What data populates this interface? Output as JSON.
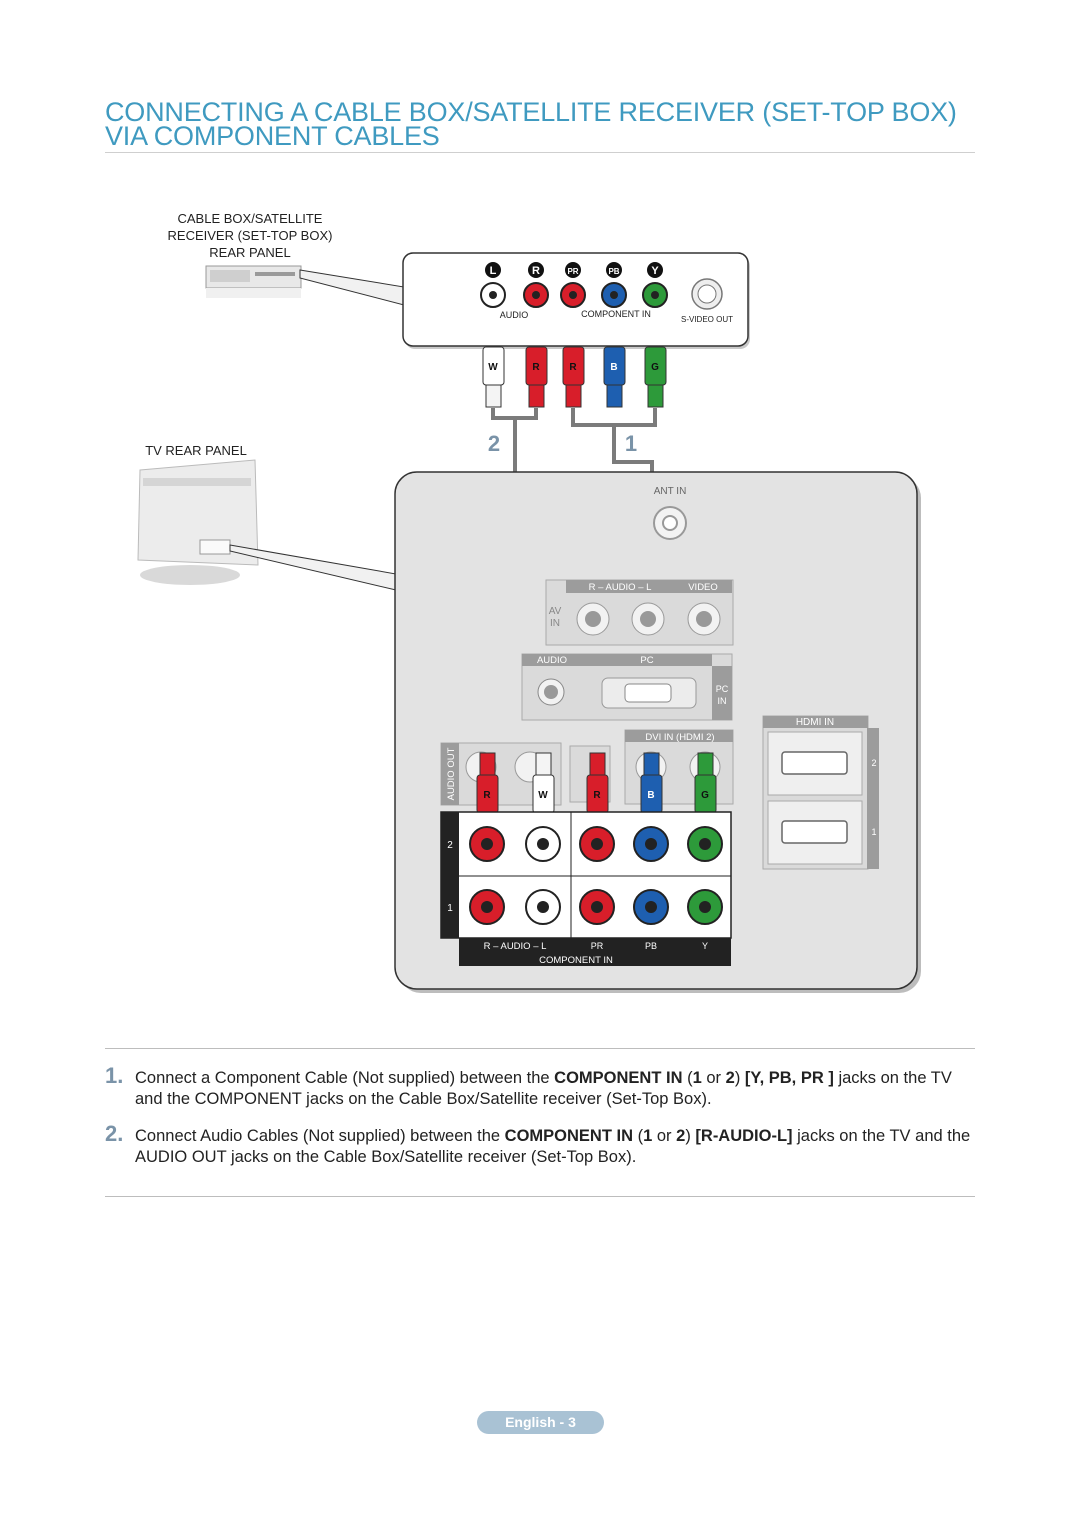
{
  "title": {
    "line1": "CONNECTING A CABLE BOX/SATELLITE RECEIVER (SET-TOP BOX)",
    "line2": "VIA COMPONENT CABLES"
  },
  "diagram": {
    "stb_label": [
      "CABLE BOX/SATELLITE",
      "RECEIVER (SET-TOP BOX)",
      "REAR PANEL"
    ],
    "tv_label": "TV REAR PANEL",
    "stb_jacks": [
      "L",
      "R",
      "PR",
      "PB",
      "Y"
    ],
    "stb_audio": "AUDIO",
    "stb_component": "COMPONENT IN",
    "stb_svideo": "S-VIDEO OUT",
    "plug_letters": [
      "W",
      "R",
      "R",
      "B",
      "G"
    ],
    "tv_plug_letters": [
      "R",
      "W",
      "R",
      "B",
      "G"
    ],
    "cable_numbers": [
      "2",
      "1"
    ],
    "tv_ant_in": "ANT IN",
    "tv_av_header": "R – AUDIO – L",
    "tv_video": "VIDEO",
    "tv_av_in": [
      "AV",
      "IN"
    ],
    "tv_audio": "AUDIO",
    "tv_pc": "PC",
    "tv_pc_in": [
      "PC",
      "IN"
    ],
    "tv_hdmi_in": "HDMI IN",
    "tv_hdmi_nums": [
      "2",
      "1"
    ],
    "tv_dvi": "DVI IN (HDMI 2)",
    "tv_audio_out": "AUDIO OUT",
    "tv_rows": [
      "2",
      "1"
    ],
    "tv_audio_footer": "R – AUDIO – L",
    "tv_jack_footer": [
      "PR",
      "PB",
      "Y"
    ],
    "tv_component_in": "COMPONENT IN"
  },
  "steps": [
    {
      "num": "1.",
      "parts": [
        "Connect a Component Cable (Not supplied) between the ",
        "COMPONENT IN",
        " (",
        "1",
        " or ",
        "2",
        ") ",
        "[Y, PB, PR ]",
        " jacks on the TV and the COMPONENT jacks on the Cable Box/Satellite receiver (Set-Top Box)."
      ]
    },
    {
      "num": "2.",
      "parts": [
        "Connect Audio Cables (Not supplied) between the ",
        "COMPONENT IN",
        " (",
        "1",
        " or ",
        "2",
        ") ",
        "[R-AUDIO-L]",
        " jacks on the TV and the AUDIO OUT jacks on the Cable Box/Satellite receiver (Set-Top Box)."
      ]
    }
  ],
  "footer": "English - 3",
  "colors": {
    "title": "#3f9ac0",
    "red": "#d81e2a",
    "blue": "#1e5fb0",
    "green": "#2d9a3a",
    "panel": "#e3e3e3"
  }
}
